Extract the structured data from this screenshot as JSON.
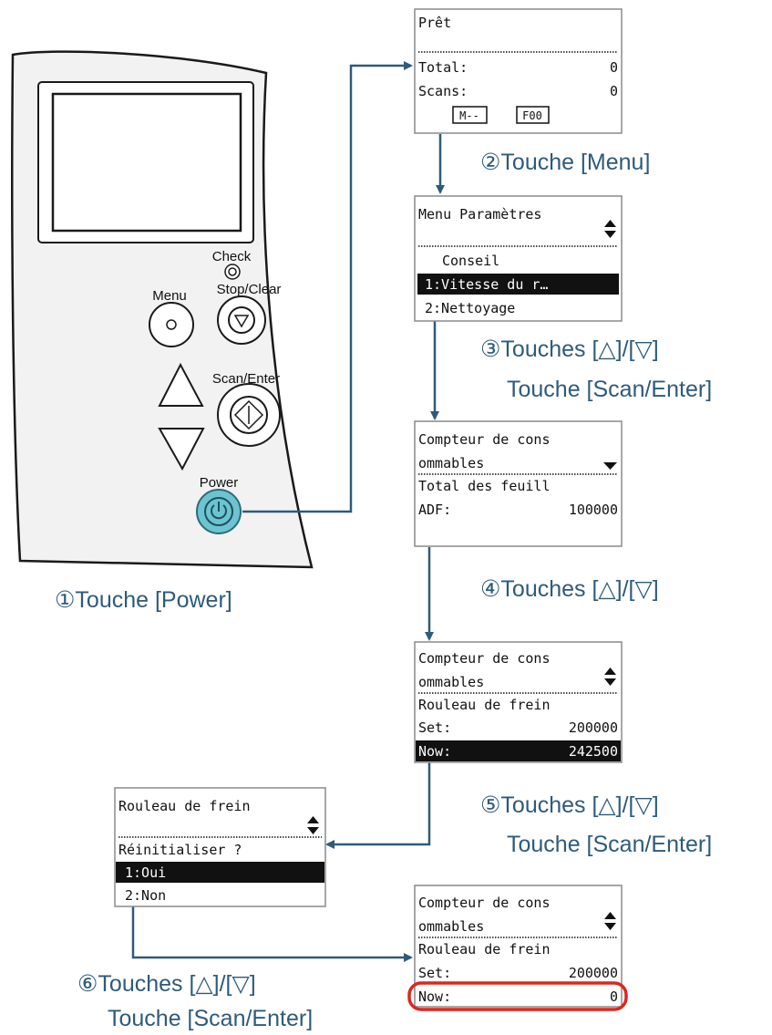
{
  "panel": {
    "check_label": "Check",
    "menu_label": "Menu",
    "stop_clear_label": "Stop/Clear",
    "scan_enter_label": "Scan/Enter",
    "power_label": "Power"
  },
  "steps": {
    "step1": "①Touche [Power]",
    "step2": "②Touche [Menu]",
    "step3_line1": "③Touches [△]/[▽]",
    "step3_line2": "Touche [Scan/Enter]",
    "step4": "④Touches [△]/[▽]",
    "step5_line1": "⑤Touches [△]/[▽]",
    "step5_line2": "Touche [Scan/Enter]",
    "step6_line1": "⑥Touches [△]/[▽]",
    "step6_line2": "Touche [Scan/Enter]"
  },
  "screens": {
    "ready": {
      "title": "Prêt",
      "total_label": "Total:",
      "total_value": "0",
      "scans_label": "Scans:",
      "scans_value": "0",
      "mode_badge": "M--",
      "function_badge": "F00"
    },
    "settings_menu": {
      "title": "Menu Paramètres",
      "item_tip": "Conseil",
      "item1": "1:Vitesse du r…",
      "item2": "2:Nettoyage"
    },
    "consumables_adf": {
      "title1": "Compteur de cons",
      "title2": "ommables",
      "line1": "Total des feuill",
      "label": "ADF:",
      "value": "100000"
    },
    "consumables_brake": {
      "title1": "Compteur de cons",
      "title2": "ommables",
      "line1": "Rouleau de frein",
      "set_label": "Set:",
      "set_value": "200000",
      "now_label": "Now:",
      "now_value": "242500"
    },
    "reset_prompt": {
      "title": "Rouleau de frein",
      "question": "Réinitialiser ?",
      "yes": "1:Oui",
      "no": "2:Non"
    },
    "consumables_reset": {
      "title1": "Compteur de cons",
      "title2": "ommables",
      "line1": "Rouleau de frein",
      "set_label": "Set:",
      "set_value": "200000",
      "now_label": "Now:",
      "now_value": "0"
    }
  },
  "colors": {
    "flow_arrow": "#2e5b7a",
    "step_text": "#2e5b7a",
    "highlight_ring": "#e0251c",
    "power_button": "#6cc4d2",
    "lcd_highlight": "#111111"
  }
}
